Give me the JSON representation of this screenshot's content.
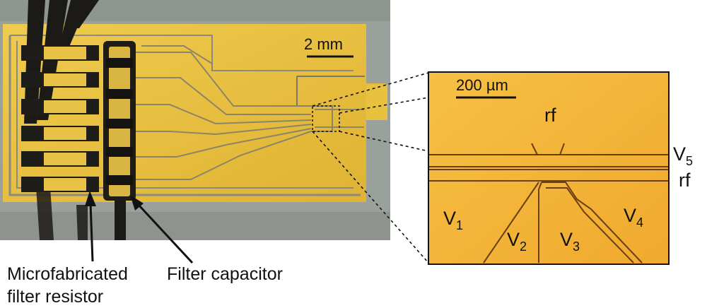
{
  "photo_left": {
    "scale_bar_label": "2 mm"
  },
  "photo_right": {
    "scale_bar_label": "200 µm",
    "region_top": "rf",
    "electrodes": [
      {
        "base": "V",
        "sub": "1"
      },
      {
        "base": "V",
        "sub": "2"
      },
      {
        "base": "V",
        "sub": "3"
      },
      {
        "base": "V",
        "sub": "4"
      }
    ],
    "side_labels": {
      "v5_base": "V",
      "v5_sub": "5",
      "rf_rail": "rf"
    }
  },
  "callouts": {
    "resistor_line1": "Microfabricated",
    "resistor_line2": "filter resistor",
    "capacitor": "Filter capacitor"
  },
  "colors": {
    "gold": "#e9c13c",
    "gold_light": "#f1cf58",
    "zoom_gold": "#f4b73a",
    "gap": "#8a8a84",
    "background_gray": "#9aa09b",
    "dark": "#1c1a16"
  }
}
